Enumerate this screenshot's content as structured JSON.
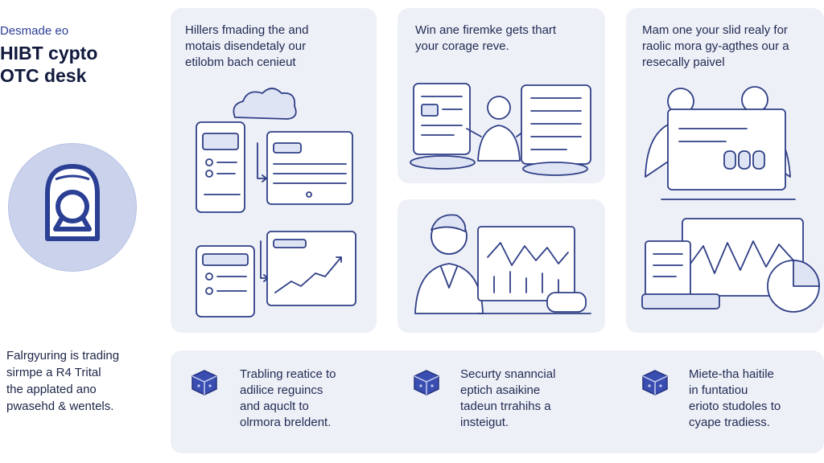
{
  "brand": {
    "eyebrow": "Desmade eo",
    "title_lines": [
      "HIBT cypto",
      "OTC desk"
    ]
  },
  "side_copy": [
    "Falrgyuring is trading",
    "sirmpe a R4 Trital",
    "the applated ano",
    "pwasehd & wentels."
  ],
  "panels": {
    "p1": [
      "Hillers fmading the and",
      "motais disendetaly our",
      "etilobm bach cenieut"
    ],
    "p2": [
      "Win ane firemke gets thart",
      "your corage reve."
    ],
    "p3": [
      "Mam one your slid realy for",
      "raolic mora gy-agthes our a",
      "resecally paivel"
    ]
  },
  "features": [
    {
      "icon": "cube-icon",
      "lines": [
        "Trabling reatice to",
        "adilice reguincs",
        "and aquclt to",
        "olrmora breldent."
      ]
    },
    {
      "icon": "cube-icon",
      "lines": [
        "Securty snanncial",
        "eptich asaikine",
        "tadeun trrahihs a",
        "insteigut."
      ]
    },
    {
      "icon": "cube-icon",
      "lines": [
        "Miete-tha haitile",
        "in funtatiou",
        "erioto studoles to",
        "cyape tradiess."
      ]
    }
  ],
  "colors": {
    "accent": "#2b3f95",
    "panel_bg": "#eef0f8",
    "badge_bg": "#cbd3ec"
  }
}
